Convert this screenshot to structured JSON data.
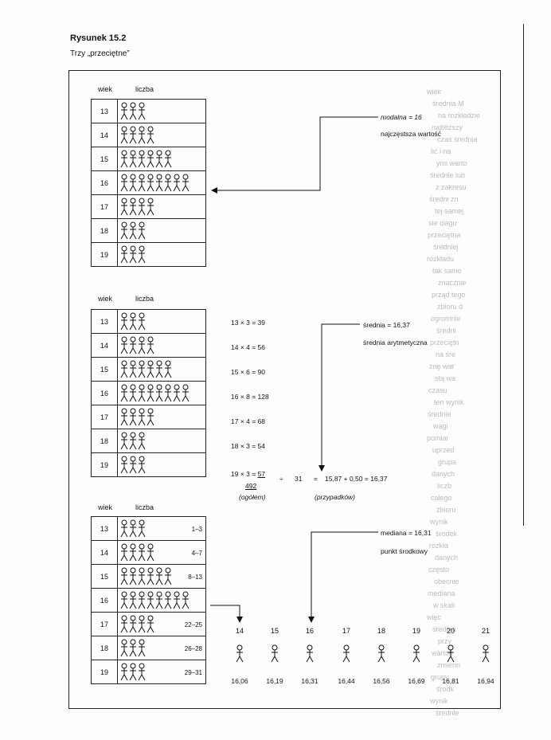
{
  "figure": {
    "title": "Rysunek 15.2",
    "subtitle": "Trzy „przeciętne”"
  },
  "table_headers": {
    "age": "wiek",
    "count": "liczba"
  },
  "ages": [
    "13",
    "14",
    "15",
    "16",
    "17",
    "18",
    "19"
  ],
  "counts": [
    3,
    4,
    6,
    8,
    4,
    3,
    3
  ],
  "ranges": [
    "1–3",
    "4–7",
    "8–13",
    "",
    "22–25",
    "26–28",
    "29–31"
  ],
  "mode": {
    "label": "modalna = 16",
    "desc": "najczęstsza wartość"
  },
  "mean": {
    "label": "średnia = 16,37",
    "desc": "średnia arytmetyczna",
    "products": [
      "13 × 3 = 39",
      "14 × 4 = 56",
      "15 × 6 = 90",
      "16 × 8 = 128",
      "17 × 4 = 68",
      "18 × 3 = 54"
    ],
    "last_product": "19 × 3 =",
    "last_value": "57",
    "total": "492",
    "operator": "÷",
    "count": "31",
    "equals": "=",
    "result": "15,87 + 0,50 = 16,37",
    "total_label": "(ogółem)",
    "count_label": "(przypadków)"
  },
  "median": {
    "label": "mediana = 16,31",
    "desc": "punkt środkowy",
    "positions": [
      "14",
      "15",
      "16",
      "17",
      "18",
      "19",
      "20",
      "21"
    ],
    "values": [
      "16,06",
      "16,19",
      "16,31",
      "16,44",
      "16,56",
      "16,69",
      "16,81",
      "16,94"
    ]
  },
  "bleed_through": [
    "wiek",
    "średnia M",
    "na rozkładzie",
    "najbliższy",
    "czas średnia",
    "lić i na",
    "ymi warto",
    "średnie lub",
    "z zakresu",
    "średni zn",
    "tej samej",
    "sie ciagu",
    "",
    "przeciętna",
    "średniej",
    "rozkładu",
    "tak samo",
    "znacznie",
    "prząd tego",
    "zbioru d",
    "ogromnie",
    "średni",
    "przeciętn",
    "na śre",
    "znę war",
    "stą wa",
    "czasu",
    "ten wynik",
    "średnie",
    "wagi",
    "pomiar",
    "uprzed",
    "grupa",
    "danych",
    "liczb",
    "całego",
    "zbioru",
    "wynik",
    "środek",
    "rozkła",
    "danych",
    "często",
    "obecnie",
    "mediana",
    "w skali",
    "więc",
    "średnia",
    "przy",
    "wartoś",
    "zmienn",
    "grupy",
    "środk",
    "wynik",
    "średnie"
  ]
}
